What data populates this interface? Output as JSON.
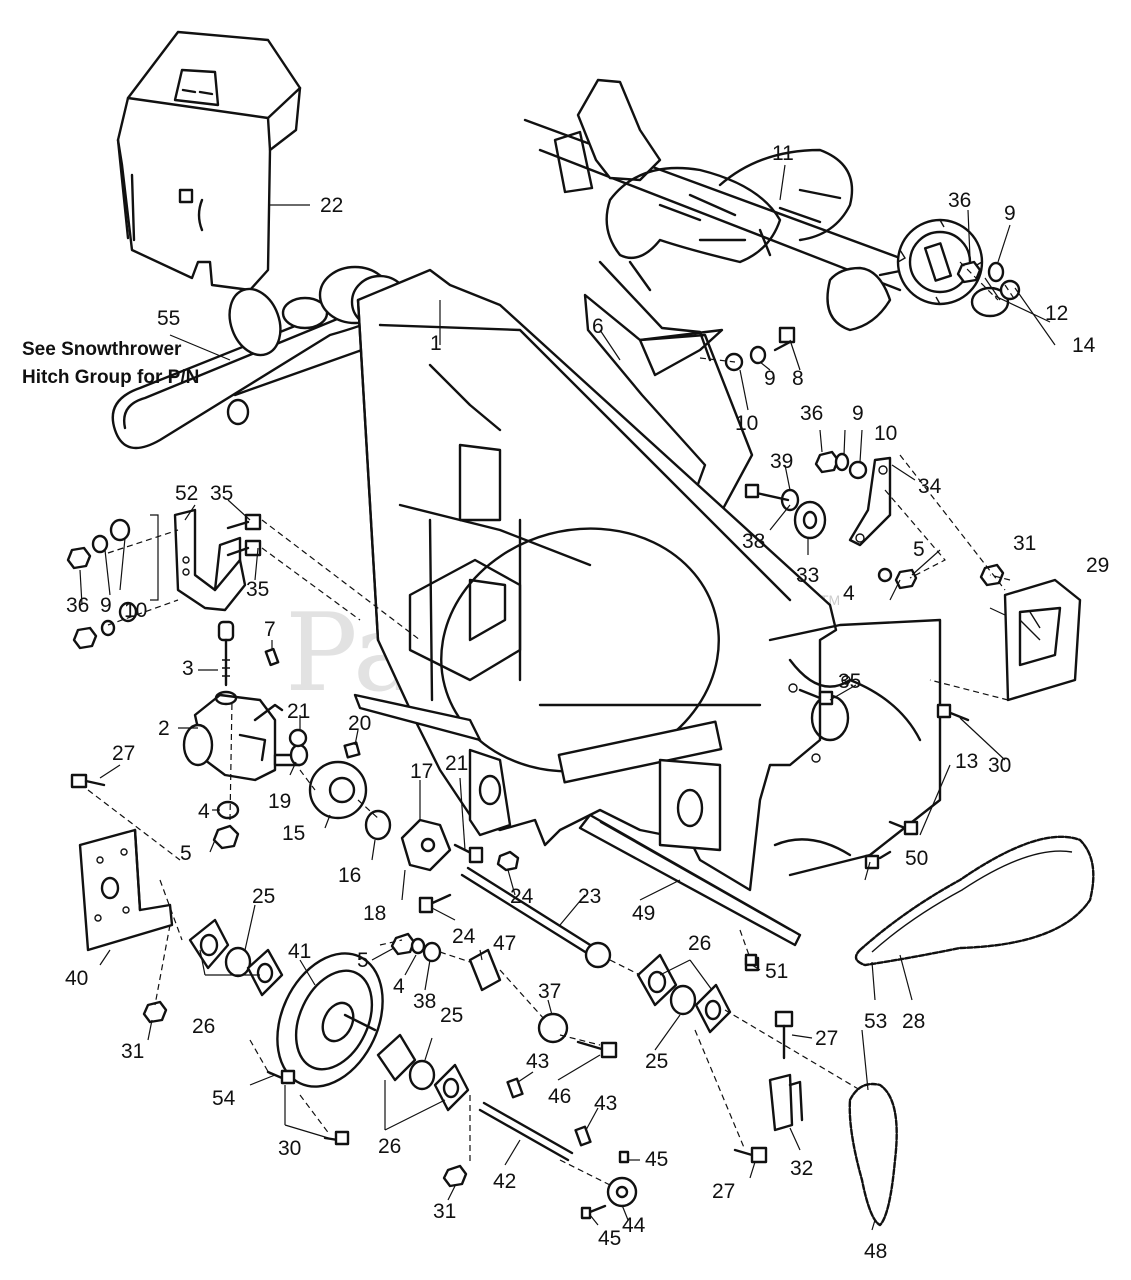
{
  "diagram": {
    "note_line1": "See Snowthrower",
    "note_line2": "Hitch Group for P/N",
    "watermark": "PartsTree",
    "watermark_tm": "TM",
    "callouts": [
      {
        "id": "c1",
        "label": "1"
      },
      {
        "id": "c2",
        "label": "2"
      },
      {
        "id": "c3",
        "label": "3"
      },
      {
        "id": "c4a",
        "label": "4"
      },
      {
        "id": "c4b",
        "label": "4"
      },
      {
        "id": "c4c",
        "label": "4"
      },
      {
        "id": "c5a",
        "label": "5"
      },
      {
        "id": "c5b",
        "label": "5"
      },
      {
        "id": "c5c",
        "label": "5"
      },
      {
        "id": "c6",
        "label": "6"
      },
      {
        "id": "c7",
        "label": "7"
      },
      {
        "id": "c8",
        "label": "8"
      },
      {
        "id": "c9a",
        "label": "9"
      },
      {
        "id": "c9b",
        "label": "9"
      },
      {
        "id": "c9c",
        "label": "9"
      },
      {
        "id": "c9d",
        "label": "9"
      },
      {
        "id": "c10a",
        "label": "10"
      },
      {
        "id": "c10b",
        "label": "10"
      },
      {
        "id": "c10c",
        "label": "10"
      },
      {
        "id": "c11",
        "label": "11"
      },
      {
        "id": "c12",
        "label": "12"
      },
      {
        "id": "c13",
        "label": "13"
      },
      {
        "id": "c14",
        "label": "14"
      },
      {
        "id": "c15",
        "label": "15"
      },
      {
        "id": "c16",
        "label": "16"
      },
      {
        "id": "c17",
        "label": "17"
      },
      {
        "id": "c18",
        "label": "18"
      },
      {
        "id": "c19",
        "label": "19"
      },
      {
        "id": "c20",
        "label": "20"
      },
      {
        "id": "c21a",
        "label": "21"
      },
      {
        "id": "c21b",
        "label": "21"
      },
      {
        "id": "c22",
        "label": "22"
      },
      {
        "id": "c23",
        "label": "23"
      },
      {
        "id": "c24a",
        "label": "24"
      },
      {
        "id": "c24b",
        "label": "24"
      },
      {
        "id": "c25a",
        "label": "25"
      },
      {
        "id": "c25b",
        "label": "25"
      },
      {
        "id": "c25c",
        "label": "25"
      },
      {
        "id": "c26a",
        "label": "26"
      },
      {
        "id": "c26b",
        "label": "26"
      },
      {
        "id": "c26c",
        "label": "26"
      },
      {
        "id": "c27a",
        "label": "27"
      },
      {
        "id": "c27b",
        "label": "27"
      },
      {
        "id": "c27c",
        "label": "27"
      },
      {
        "id": "c28",
        "label": "28"
      },
      {
        "id": "c29",
        "label": "29"
      },
      {
        "id": "c30a",
        "label": "30"
      },
      {
        "id": "c30b",
        "label": "30"
      },
      {
        "id": "c31a",
        "label": "31"
      },
      {
        "id": "c31b",
        "label": "31"
      },
      {
        "id": "c31c",
        "label": "31"
      },
      {
        "id": "c32",
        "label": "32"
      },
      {
        "id": "c33",
        "label": "33"
      },
      {
        "id": "c34",
        "label": "34"
      },
      {
        "id": "c35a",
        "label": "35"
      },
      {
        "id": "c35b",
        "label": "35"
      },
      {
        "id": "c35c",
        "label": "35"
      },
      {
        "id": "c36a",
        "label": "36"
      },
      {
        "id": "c36b",
        "label": "36"
      },
      {
        "id": "c36c",
        "label": "36"
      },
      {
        "id": "c37",
        "label": "37"
      },
      {
        "id": "c38a",
        "label": "38"
      },
      {
        "id": "c38b",
        "label": "38"
      },
      {
        "id": "c39",
        "label": "39"
      },
      {
        "id": "c40",
        "label": "40"
      },
      {
        "id": "c41",
        "label": "41"
      },
      {
        "id": "c42",
        "label": "42"
      },
      {
        "id": "c43a",
        "label": "43"
      },
      {
        "id": "c43b",
        "label": "43"
      },
      {
        "id": "c44",
        "label": "44"
      },
      {
        "id": "c45a",
        "label": "45"
      },
      {
        "id": "c45b",
        "label": "45"
      },
      {
        "id": "c46",
        "label": "46"
      },
      {
        "id": "c47",
        "label": "47"
      },
      {
        "id": "c48",
        "label": "48"
      },
      {
        "id": "c49",
        "label": "49"
      },
      {
        "id": "c50",
        "label": "50"
      },
      {
        "id": "c51",
        "label": "51"
      },
      {
        "id": "c52",
        "label": "52"
      },
      {
        "id": "c53",
        "label": "53"
      },
      {
        "id": "c54",
        "label": "54"
      },
      {
        "id": "c55",
        "label": "55"
      }
    ]
  }
}
